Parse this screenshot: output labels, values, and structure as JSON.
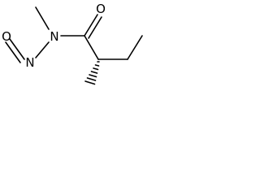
{
  "molecule": {
    "atoms": {
      "oxygen_carbonyl": "O",
      "nitrogen_amide": "N",
      "nitrogen_nitroso": "N",
      "oxygen_nitroso": "O"
    }
  },
  "colors": {
    "bond": "#000000",
    "label": "#000000",
    "background": "#ffffff"
  }
}
